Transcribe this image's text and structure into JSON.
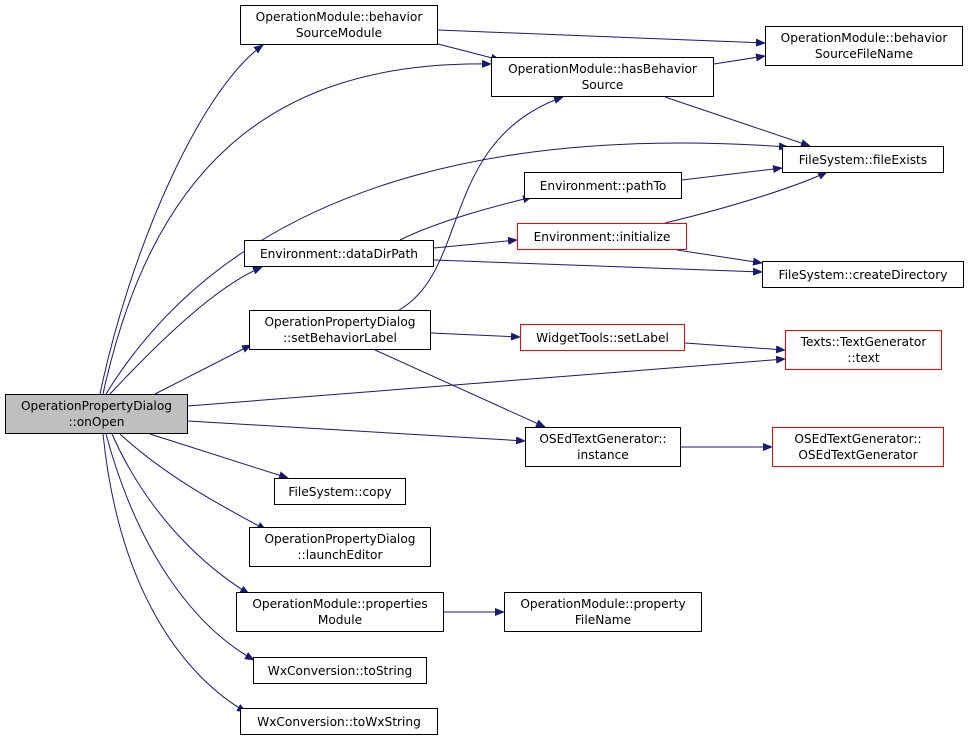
{
  "diagram": {
    "colors": {
      "edge": "#191970",
      "node_border": "#000000",
      "highlight_border": "#ff0000",
      "root_fill": "#bfbfbf"
    },
    "nodes": [
      {
        "id": "onopen",
        "lines": [
          "OperationPropertyDialog",
          "::onOpen"
        ],
        "style": "root"
      },
      {
        "id": "om-behaviorsourcemodule",
        "lines": [
          "OperationModule::behavior",
          "SourceModule"
        ],
        "style": "normal"
      },
      {
        "id": "om-hasbehaviorsource",
        "lines": [
          "OperationModule::hasBehavior",
          "Source"
        ],
        "style": "normal"
      },
      {
        "id": "om-behaviorsourcefilename",
        "lines": [
          "OperationModule::behavior",
          "SourceFileName"
        ],
        "style": "normal"
      },
      {
        "id": "fs-fileexists",
        "lines": [
          "FileSystem::fileExists"
        ],
        "style": "normal"
      },
      {
        "id": "env-pathto",
        "lines": [
          "Environment::pathTo"
        ],
        "style": "normal"
      },
      {
        "id": "env-datadirpath",
        "lines": [
          "Environment::dataDirPath"
        ],
        "style": "normal"
      },
      {
        "id": "env-initialize",
        "lines": [
          "Environment::initialize"
        ],
        "style": "red"
      },
      {
        "id": "fs-createdirectory",
        "lines": [
          "FileSystem::createDirectory"
        ],
        "style": "normal"
      },
      {
        "id": "opd-setbehaviorlabel",
        "lines": [
          "OperationPropertyDialog",
          "::setBehaviorLabel"
        ],
        "style": "normal"
      },
      {
        "id": "wt-setlabel",
        "lines": [
          "WidgetTools::setLabel"
        ],
        "style": "red"
      },
      {
        "id": "texts-text",
        "lines": [
          "Texts::TextGenerator",
          "::text"
        ],
        "style": "red"
      },
      {
        "id": "osed-instance",
        "lines": [
          "OSEdTextGenerator::",
          "instance"
        ],
        "style": "normal"
      },
      {
        "id": "osed-ctor",
        "lines": [
          "OSEdTextGenerator::",
          "OSEdTextGenerator"
        ],
        "style": "red"
      },
      {
        "id": "fs-copy",
        "lines": [
          "FileSystem::copy"
        ],
        "style": "normal"
      },
      {
        "id": "opd-launcheditor",
        "lines": [
          "OperationPropertyDialog",
          "::launchEditor"
        ],
        "style": "normal"
      },
      {
        "id": "om-propertiesmodule",
        "lines": [
          "OperationModule::properties",
          "Module"
        ],
        "style": "normal"
      },
      {
        "id": "om-propertyfilename",
        "lines": [
          "OperationModule::property",
          "FileName"
        ],
        "style": "normal"
      },
      {
        "id": "wx-tostring",
        "lines": [
          "WxConversion::toString"
        ],
        "style": "normal"
      },
      {
        "id": "wx-towxstring",
        "lines": [
          "WxConversion::toWxString"
        ],
        "style": "normal"
      }
    ],
    "edges": [
      {
        "from": "onopen",
        "to": "om-behaviorsourcemodule"
      },
      {
        "from": "onopen",
        "to": "om-hasbehaviorsource"
      },
      {
        "from": "onopen",
        "to": "fs-fileexists"
      },
      {
        "from": "onopen",
        "to": "env-datadirpath"
      },
      {
        "from": "onopen",
        "to": "opd-setbehaviorlabel"
      },
      {
        "from": "onopen",
        "to": "texts-text"
      },
      {
        "from": "onopen",
        "to": "osed-instance"
      },
      {
        "from": "onopen",
        "to": "fs-copy"
      },
      {
        "from": "onopen",
        "to": "opd-launcheditor"
      },
      {
        "from": "onopen",
        "to": "om-propertiesmodule"
      },
      {
        "from": "onopen",
        "to": "wx-tostring"
      },
      {
        "from": "onopen",
        "to": "wx-towxstring"
      },
      {
        "from": "om-behaviorsourcemodule",
        "to": "om-hasbehaviorsource"
      },
      {
        "from": "om-behaviorsourcemodule",
        "to": "om-behaviorsourcefilename"
      },
      {
        "from": "om-hasbehaviorsource",
        "to": "om-behaviorsourcefilename"
      },
      {
        "from": "om-hasbehaviorsource",
        "to": "fs-fileexists"
      },
      {
        "from": "env-pathto",
        "to": "fs-fileexists"
      },
      {
        "from": "env-datadirpath",
        "to": "env-pathto"
      },
      {
        "from": "env-datadirpath",
        "to": "env-initialize"
      },
      {
        "from": "env-datadirpath",
        "to": "fs-createdirectory"
      },
      {
        "from": "env-initialize",
        "to": "fs-fileexists"
      },
      {
        "from": "env-initialize",
        "to": "fs-createdirectory"
      },
      {
        "from": "opd-setbehaviorlabel",
        "to": "om-hasbehaviorsource"
      },
      {
        "from": "opd-setbehaviorlabel",
        "to": "wt-setlabel"
      },
      {
        "from": "opd-setbehaviorlabel",
        "to": "osed-instance"
      },
      {
        "from": "wt-setlabel",
        "to": "texts-text"
      },
      {
        "from": "osed-instance",
        "to": "osed-ctor"
      },
      {
        "from": "om-propertiesmodule",
        "to": "om-propertyfilename"
      }
    ]
  }
}
